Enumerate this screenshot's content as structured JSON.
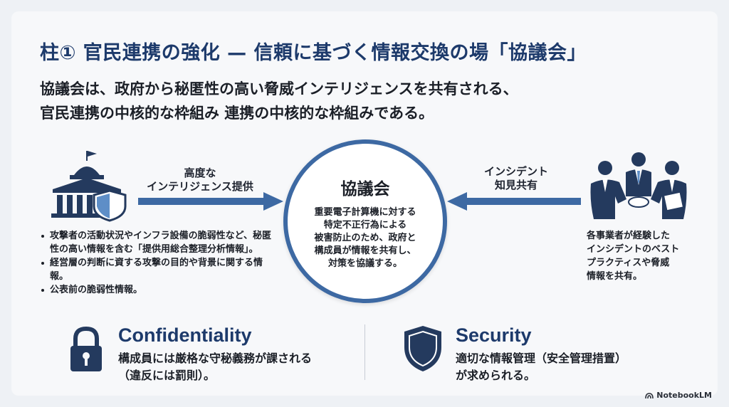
{
  "title": "柱① 官民連携の強化 — 信頼に基づく情報交換の場「協議会」",
  "subtitle": {
    "line1": "協議会は、政府から秘匿性の高い脅威インテリジェンスを共有される、",
    "line2": "官民連携の中核的な枠組み 連携の中核的な枠組みである。"
  },
  "left_arrow_label": {
    "line1": "高度な",
    "line2": "インテリジェンス提供"
  },
  "right_arrow_label": {
    "line1": "インシデント",
    "line2": "知見共有"
  },
  "center": {
    "title": "協議会",
    "body": [
      "重要電子計算機に対する",
      "特定不正行為による",
      "被害防止のため、政府と",
      "構成員が情報を共有し、",
      "対策を協議する。"
    ]
  },
  "left_bullets": [
    "攻撃者の活動状況やインフラ設備の脆弱性など、秘匿性の高い情報を含む「提供用総合整理分析情報」。",
    "経営層の判断に資する攻撃の目的や背景に関する情報。",
    "公表前の脆弱性情報。"
  ],
  "right_text": [
    "各事業者が経験した",
    "インシデントのベスト",
    "プラクティスや脅威",
    "情報を共有。"
  ],
  "features": {
    "confidentiality": {
      "title": "Confidentiality",
      "line1": "構成員には厳格な守秘義務が課される",
      "line2": "（違反には罰則）。"
    },
    "security": {
      "title": "Security",
      "line1": "適切な情報管理（安全管理措置）",
      "line2": "が求められる。"
    }
  },
  "watermark": "NotebookLM",
  "icons": {
    "government": "government-building-icon",
    "business": "business-people-icon",
    "lock": "lock-icon",
    "shield": "shield-icon"
  },
  "colors": {
    "navy": "#1d3a6b",
    "accent": "#3d69a3",
    "dark": "#243a5e"
  }
}
